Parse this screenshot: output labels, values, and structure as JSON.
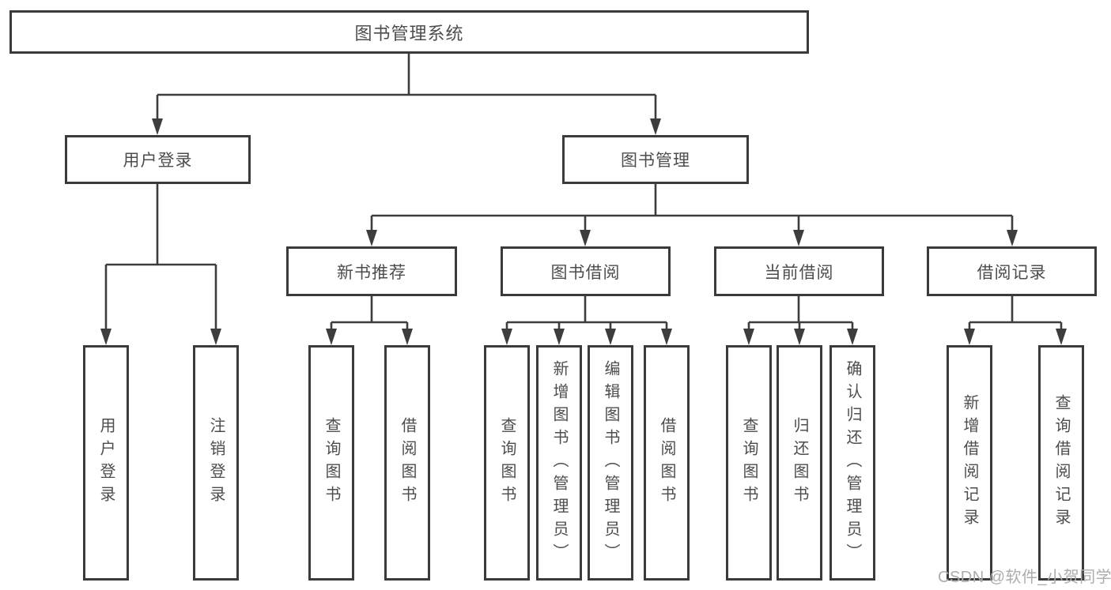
{
  "tree": {
    "root": "图书管理系统",
    "level2": [
      "用户登录",
      "图书管理"
    ],
    "level3": [
      "新书推荐",
      "图书借阅",
      "当前借阅",
      "借阅记录"
    ],
    "leaves": [
      "用户登录",
      "注销登录",
      "查询图书",
      "借阅图书",
      "查询图书",
      "新增图书（管理员）",
      "编辑图书（管理员）",
      "借阅图书",
      "查询图书",
      "归还图书",
      "确认归还（管理员）",
      "新增借阅记录",
      "查询借阅记录"
    ]
  },
  "watermark": "CSDN @软件_小贺同学",
  "colors": {
    "line": "#3d3d3d",
    "box_border": "#3a3a3a",
    "text": "#4d4d4d",
    "watermark": "#adadad",
    "background": "#ffffff"
  }
}
